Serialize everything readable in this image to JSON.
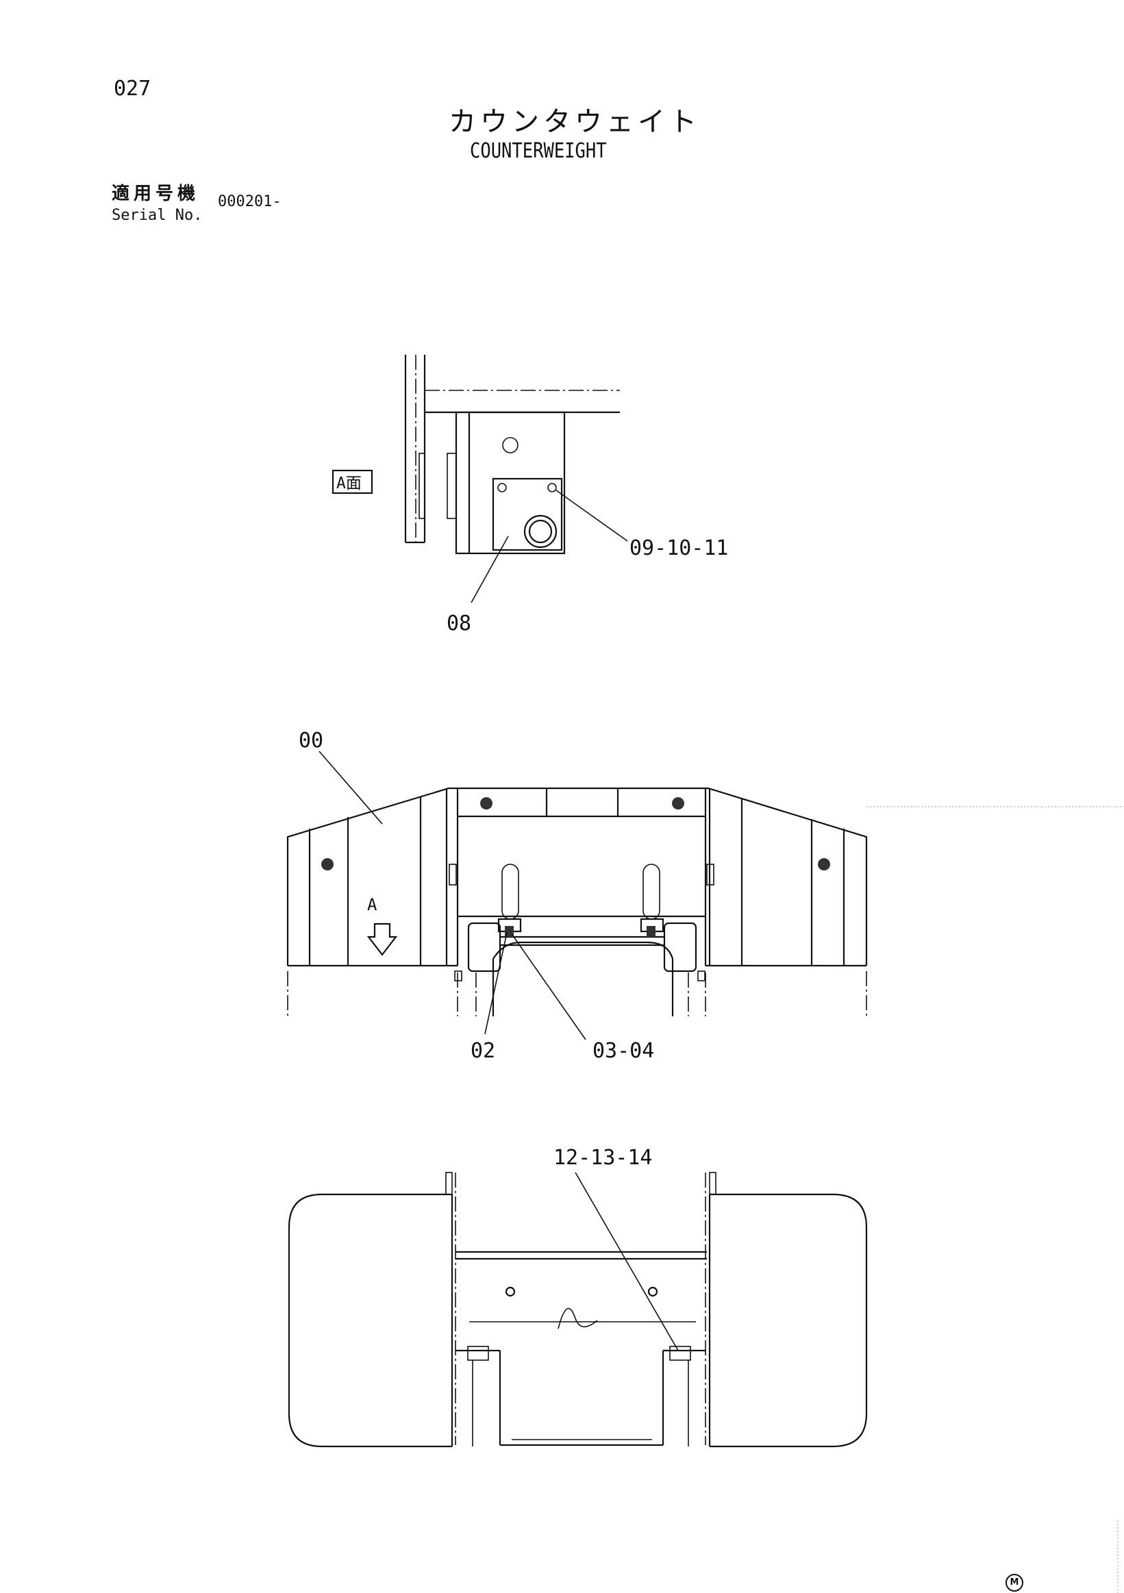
{
  "page": {
    "number": "027",
    "title_jp": "カウンタウェイト",
    "title_en": "COUNTERWEIGHT"
  },
  "serial": {
    "label_jp": "適用号機",
    "label_en": "Serial No.",
    "value": "000201-"
  },
  "view_label": "A面",
  "direction_arrow_label": "A",
  "callouts": {
    "plate": "08",
    "bolts_plate": "09-10-11",
    "counterweight": "00",
    "bolt": "02",
    "washers": "03-04",
    "bottom_bolts": "12-13-14"
  },
  "footer_mark": "M",
  "colors": {
    "ink": "#111111",
    "paper": "#ffffff"
  }
}
